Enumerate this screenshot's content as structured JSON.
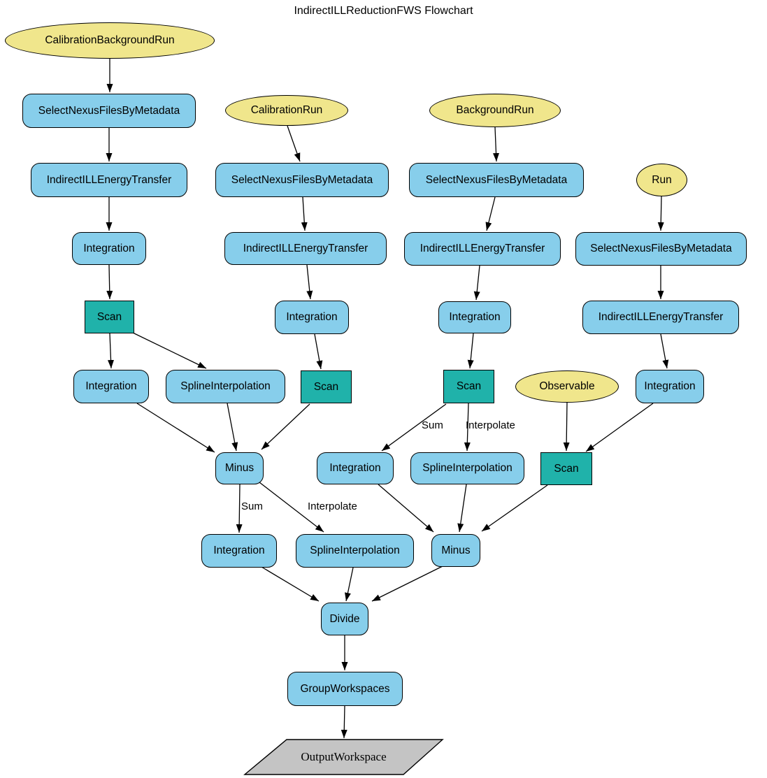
{
  "title": "IndirectILLReductionFWS Flowchart",
  "colors": {
    "process_fill": "#87CEEB",
    "scan_fill": "#20B2AA",
    "input_fill": "#F0E68C",
    "output_fill": "#C4C4C4",
    "edge_stroke": "#000000",
    "background": "#FFFFFF"
  },
  "nodes": [
    {
      "label": "CalibrationBackgroundRun",
      "type": "input"
    },
    {
      "label": "SelectNexusFilesByMetadata",
      "type": "process"
    },
    {
      "label": "IndirectILLEnergyTransfer",
      "type": "process"
    },
    {
      "label": "Integration",
      "type": "process"
    },
    {
      "label": "Scan",
      "type": "scan"
    },
    {
      "label": "Integration",
      "type": "process"
    },
    {
      "label": "SplineInterpolation",
      "type": "process"
    },
    {
      "label": "CalibrationRun",
      "type": "input"
    },
    {
      "label": "SelectNexusFilesByMetadata",
      "type": "process"
    },
    {
      "label": "IndirectILLEnergyTransfer",
      "type": "process"
    },
    {
      "label": "Integration",
      "type": "process"
    },
    {
      "label": "Scan",
      "type": "scan"
    },
    {
      "label": "Minus",
      "type": "process"
    },
    {
      "label": "Integration",
      "type": "process"
    },
    {
      "label": "SplineInterpolation",
      "type": "process"
    },
    {
      "label": "BackgroundRun",
      "type": "input"
    },
    {
      "label": "SelectNexusFilesByMetadata",
      "type": "process"
    },
    {
      "label": "IndirectILLEnergyTransfer",
      "type": "process"
    },
    {
      "label": "Integration",
      "type": "process"
    },
    {
      "label": "Scan",
      "type": "scan"
    },
    {
      "label": "Integration",
      "type": "process"
    },
    {
      "label": "SplineInterpolation",
      "type": "process"
    },
    {
      "label": "Minus",
      "type": "process"
    },
    {
      "label": "Run",
      "type": "input"
    },
    {
      "label": "SelectNexusFilesByMetadata",
      "type": "process"
    },
    {
      "label": "IndirectILLEnergyTransfer",
      "type": "process"
    },
    {
      "label": "Integration",
      "type": "process"
    },
    {
      "label": "Observable",
      "type": "input"
    },
    {
      "label": "Scan",
      "type": "scan"
    },
    {
      "label": "Divide",
      "type": "process"
    },
    {
      "label": "GroupWorkspaces",
      "type": "process"
    },
    {
      "label": "OutputWorkspace",
      "type": "output"
    }
  ],
  "edge_labels": [
    "Sum",
    "Interpolate",
    "Sum",
    "Interpolate"
  ],
  "edges": [
    {
      "from": 0,
      "to": 1
    },
    {
      "from": 1,
      "to": 2
    },
    {
      "from": 2,
      "to": 3
    },
    {
      "from": 3,
      "to": 4
    },
    {
      "from": 4,
      "to": 5
    },
    {
      "from": 4,
      "to": 6
    },
    {
      "from": 5,
      "to": 12
    },
    {
      "from": 6,
      "to": 12
    },
    {
      "from": 11,
      "to": 12
    },
    {
      "from": 7,
      "to": 8
    },
    {
      "from": 8,
      "to": 9
    },
    {
      "from": 9,
      "to": 10
    },
    {
      "from": 10,
      "to": 11
    },
    {
      "from": 12,
      "to": 13,
      "label": "Sum"
    },
    {
      "from": 12,
      "to": 14,
      "label": "Interpolate"
    },
    {
      "from": 13,
      "to": 29
    },
    {
      "from": 14,
      "to": 29
    },
    {
      "from": 15,
      "to": 16
    },
    {
      "from": 16,
      "to": 17
    },
    {
      "from": 17,
      "to": 18
    },
    {
      "from": 18,
      "to": 19
    },
    {
      "from": 19,
      "to": 20,
      "label": "Sum"
    },
    {
      "from": 19,
      "to": 21,
      "label": "Interpolate"
    },
    {
      "from": 20,
      "to": 22
    },
    {
      "from": 21,
      "to": 22
    },
    {
      "from": 28,
      "to": 22
    },
    {
      "from": 23,
      "to": 24
    },
    {
      "from": 24,
      "to": 25
    },
    {
      "from": 25,
      "to": 26
    },
    {
      "from": 26,
      "to": 28
    },
    {
      "from": 27,
      "to": 28
    },
    {
      "from": 22,
      "to": 29
    },
    {
      "from": 29,
      "to": 30
    },
    {
      "from": 30,
      "to": 31
    }
  ]
}
